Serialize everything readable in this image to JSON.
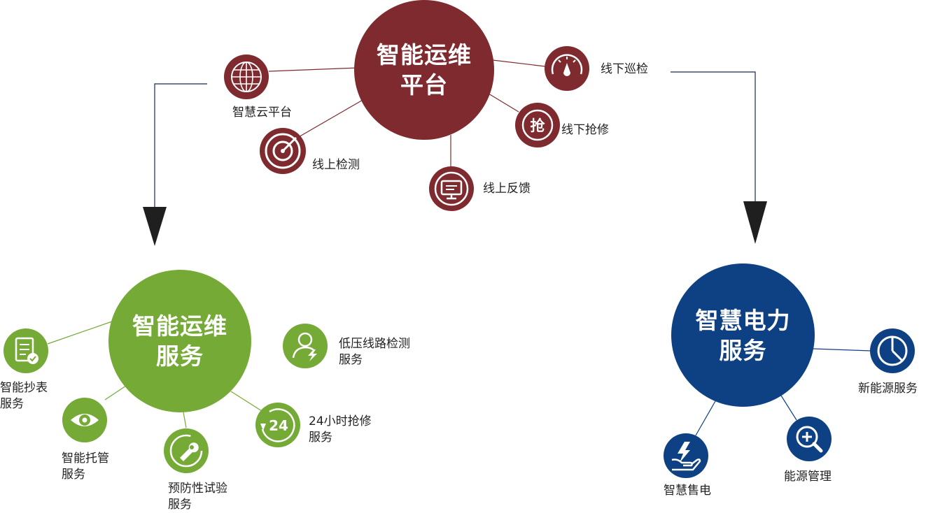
{
  "colors": {
    "platform": "#7e2a2f",
    "ops_service": "#74aa35",
    "smart_power": "#0e4183",
    "arrow": "#1f1f1f",
    "connector_line": "#14294f"
  },
  "hubs": {
    "platform": {
      "line1": "智能运维",
      "line2": "平台"
    },
    "ops_service": {
      "line1": "智能运维",
      "line2": "服务"
    },
    "smart_power": {
      "line1": "智慧电力",
      "line2": "服务"
    }
  },
  "platform_items": [
    {
      "label": "智慧云平台",
      "icon": "globe-icon"
    },
    {
      "label": "线上检测",
      "icon": "target-icon"
    },
    {
      "label": "线上反馈",
      "icon": "monitor-icon"
    },
    {
      "label": "线下抢修",
      "icon": "repair-badge-icon",
      "glyph": "抢"
    },
    {
      "label": "线下巡检",
      "icon": "gauge-icon"
    }
  ],
  "ops_items": [
    {
      "line1": "智能抄表",
      "line2": "服务",
      "icon": "meter-document-icon"
    },
    {
      "line1": "智能托管",
      "line2": "服务",
      "icon": "eye-icon"
    },
    {
      "line1": "预防性试验",
      "line2": "服务",
      "icon": "wrench-cycle-icon"
    },
    {
      "line1": "24小时抢修",
      "line2": "服务",
      "icon": "clock-24-icon",
      "glyph": "24"
    },
    {
      "line1": "低压线路检测",
      "line2": "服务",
      "icon": "user-lightning-icon"
    }
  ],
  "power_items": [
    {
      "label": "新能源服务",
      "icon": "pie-chart-icon"
    },
    {
      "label": "能源管理",
      "icon": "zoom-in-icon"
    },
    {
      "label": "智慧售电",
      "icon": "hand-lightning-icon"
    }
  ]
}
